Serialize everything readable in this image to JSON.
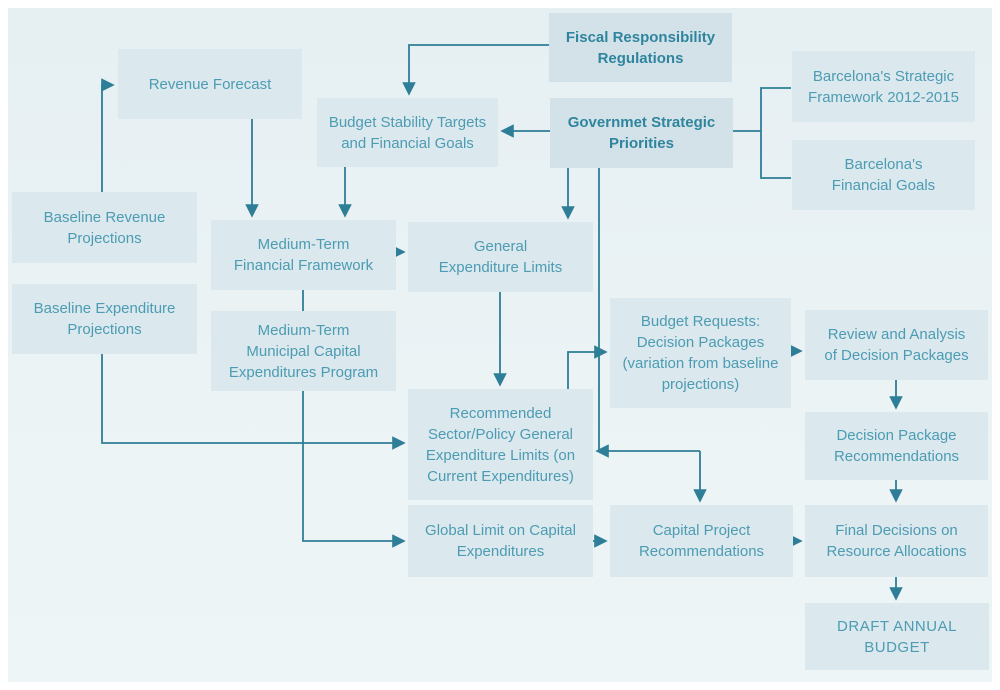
{
  "diagram": {
    "title": "Municipal budget preparation process flowchart",
    "palette": {
      "page_border": "#ffffff",
      "canvas_background": "#e9f1f4",
      "node_fill": "#dbe8ed",
      "node_fill_emphasis": "#d3e2e9",
      "node_text": "#4c9cb3",
      "node_text_emphasis": "#2f859e",
      "arrow": "#2e7e97"
    },
    "nodes": {
      "revenue_forecast": {
        "label": "Revenue Forecast"
      },
      "fiscal_regulations": {
        "label": "Fiscal Responsibility\nRegulations"
      },
      "budget_stability": {
        "label": "Budget Stability Targets\nand Financial Goals"
      },
      "gov_priorities": {
        "label": "Governmet Strategic\nPriorities"
      },
      "bcn_framework": {
        "label": "Barcelona's Strategic\nFramework 2012-2015"
      },
      "bcn_goals": {
        "label": "Barcelona's\nFinancial Goals"
      },
      "baseline_revenue": {
        "label": "Baseline Revenue\nProjections"
      },
      "mtff": {
        "label": "Medium-Term\nFinancial Framework"
      },
      "gel": {
        "label": "General\nExpenditure Limits"
      },
      "baseline_expenditure": {
        "label": "Baseline Expenditure\nProjections"
      },
      "mtmcep": {
        "label": "Medium-Term\nMunicipal Capital\nExpenditures Program"
      },
      "budget_requests": {
        "label": "Budget Requests:\nDecision Packages\n(variation from baseline\nprojections)"
      },
      "review_analysis": {
        "label": "Review and Analysis\nof Decision Packages"
      },
      "recommended_limits": {
        "label": "Recommended\nSector/Policy General\nExpenditure Limits (on\nCurrent Expenditures)"
      },
      "decision_package_recs": {
        "label": "Decision Package\nRecommendations"
      },
      "global_capital_limit": {
        "label": "Global Limit on Capital\nExpenditures"
      },
      "capital_project_recs": {
        "label": "Capital Project\nRecommendations"
      },
      "final_decisions": {
        "label": "Final Decisions on\nResource Allocations"
      },
      "draft_budget": {
        "label": "DRAFT ANNUAL\nBUDGET"
      }
    },
    "edges": [
      {
        "from": "baseline_revenue",
        "to": "revenue_forecast",
        "arrow": true
      },
      {
        "from": "revenue_forecast",
        "to": "mtff",
        "arrow": true
      },
      {
        "from": "fiscal_regulations",
        "to": "budget_stability",
        "arrow": true
      },
      {
        "from": "gov_priorities",
        "to": "budget_stability",
        "arrow": true
      },
      {
        "from": "budget_stability",
        "to": "mtff",
        "arrow": true
      },
      {
        "from": "gov_priorities",
        "to": "gel",
        "arrow": true
      },
      {
        "from": "gov_priorities",
        "to": "bcn_framework",
        "arrow": false
      },
      {
        "from": "gov_priorities",
        "to": "bcn_goals",
        "arrow": false
      },
      {
        "from": "mtff",
        "to": "gel",
        "arrow": true
      },
      {
        "from": "mtff",
        "to": "mtmcep",
        "arrow": false
      },
      {
        "from": "gel",
        "to": "recommended_limits",
        "arrow": true
      },
      {
        "from": "baseline_expenditure",
        "to": "recommended_limits",
        "arrow": true
      },
      {
        "from": "mtmcep",
        "to": "global_capital_limit",
        "arrow": true
      },
      {
        "from": "recommended_limits",
        "to": "budget_requests",
        "arrow": true
      },
      {
        "from": "budget_requests",
        "to": "review_analysis",
        "arrow": true
      },
      {
        "from": "review_analysis",
        "to": "decision_package_recs",
        "arrow": true
      },
      {
        "from": "decision_package_recs",
        "to": "final_decisions",
        "arrow": true
      },
      {
        "from": "gov_priorities",
        "to": "recommended_limits",
        "arrow": true
      },
      {
        "from": "gov_priorities",
        "to": "capital_project_recs",
        "arrow": true
      },
      {
        "from": "global_capital_limit",
        "to": "capital_project_recs",
        "arrow": true
      },
      {
        "from": "capital_project_recs",
        "to": "final_decisions",
        "arrow": true
      },
      {
        "from": "final_decisions",
        "to": "draft_budget",
        "arrow": true
      }
    ]
  }
}
